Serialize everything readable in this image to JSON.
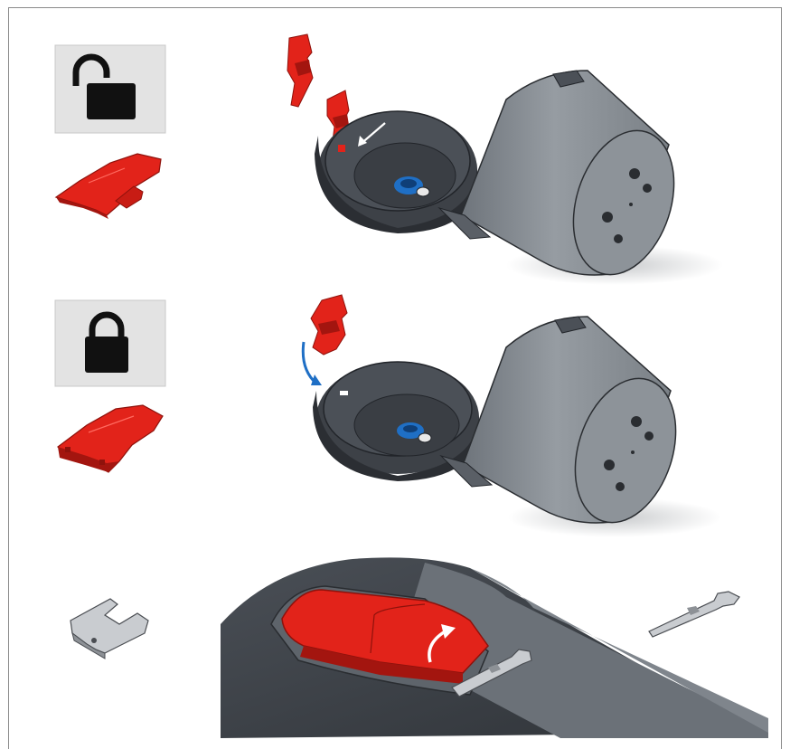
{
  "steps": [
    {
      "lock_state": "unlocked",
      "icon": "unlocked-padlock-icon",
      "part": "red-latch-clip",
      "action": "insert-latch-into-housing"
    },
    {
      "lock_state": "locked",
      "icon": "locked-padlock-icon",
      "part": "red-latch-clip-with-tabs",
      "action": "rotate-latch-down"
    },
    {
      "lock_state": "detail",
      "icon": "metal-bracket-icon",
      "part": "metal-key-tool",
      "action": "lift-latch-with-key"
    }
  ],
  "colors": {
    "latch_red": "#e2231a",
    "latch_red_dark": "#a3150f",
    "housing_dark": "#3d4147",
    "cylinder_gray": "#878d93",
    "lock_panel": "#e3e3e3",
    "lock_glyph": "#111111",
    "arrow_blue": "#1f6fc5",
    "arrow_white": "#ffffff"
  }
}
